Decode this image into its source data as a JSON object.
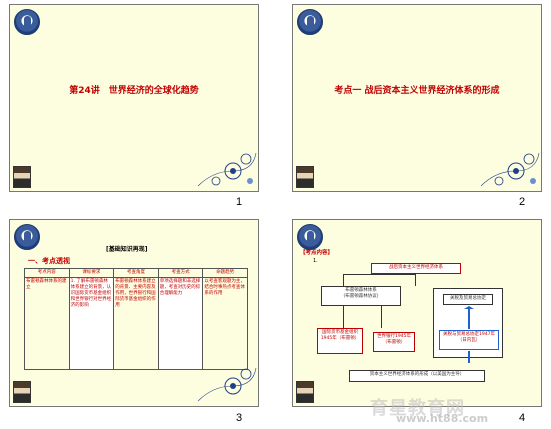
{
  "pages": {
    "p1": "1",
    "p2": "2",
    "p3": "3",
    "p4": "4"
  },
  "slide1": {
    "title": "第24讲　世界经济的全球化趋势"
  },
  "slide2": {
    "title": "考点一  战后资本主义世界经济体系的形成"
  },
  "slide3": {
    "header": "[基础知识再现]",
    "section": "一、考点透视",
    "columns": [
      "考点内容",
      "课标要求",
      "考查角度",
      "考查方式",
      "命题趋势"
    ],
    "cells": [
      "布雷顿森林体系的建立",
      "1. 了解布雷顿森林体系建立的背景，认识国际货币基金组织和世界银行对世界经济的影响",
      "布雷顿森林体系建立的背景、主要内容及作用，世界银行和国际货币基金组织的作用",
      "单项选择题和非选择题，考查对历史的综合理解能力",
      "以考查客观题为主，结合时事热点考查体系的作用"
    ]
  },
  "slide4": {
    "tag": "【考点内容】",
    "num": "1.",
    "top_box": "战后资本主义世界经济体系",
    "mid_box": "布雷顿森林体系\n(布雷顿森林协议)",
    "left_box": "国际货币基金组织1945年（布雷顿）",
    "center_box": "世界银行1945年（布雷顿）",
    "right_box_top": "关税及贸易总协定",
    "right_box_bottom": "关税与贸易总协定1947年（日内瓦）",
    "bottom_box": "资本主义世界经济体系的形成（以美国为主导）"
  },
  "watermark": {
    "cn": "育星教育网",
    "url": "www.ht88.com"
  }
}
